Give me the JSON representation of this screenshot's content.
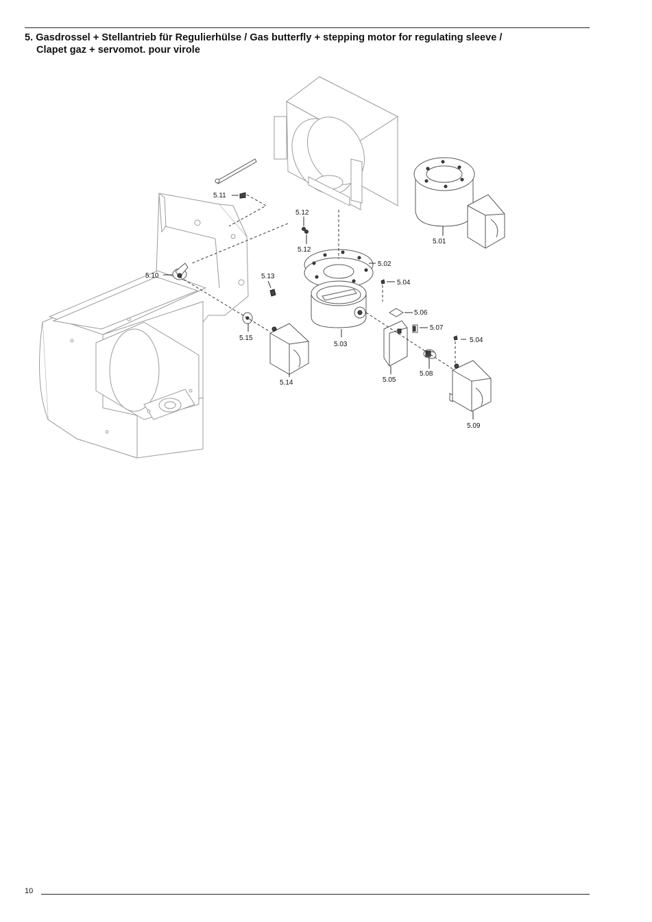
{
  "page": {
    "title_line1": "5. Gasdrossel + Stellantrieb für Regulierhülse / Gas butterfly + stepping motor for regulating sleeve /",
    "title_line2": "Clapet gaz + servomot. pour virole",
    "page_number": "10"
  },
  "callouts": {
    "c501": "5.01",
    "c502": "5.02",
    "c503": "5.03",
    "c504a": "5.04",
    "c504b": "5.04",
    "c505": "5.05",
    "c506": "5.06",
    "c507": "5.07",
    "c508": "5.08",
    "c509": "5.09",
    "c510": "5.10",
    "c511": "5.11",
    "c512a": "5.12",
    "c512b": "5.12",
    "c513": "5.13",
    "c514": "5.14",
    "c515": "5.15"
  }
}
